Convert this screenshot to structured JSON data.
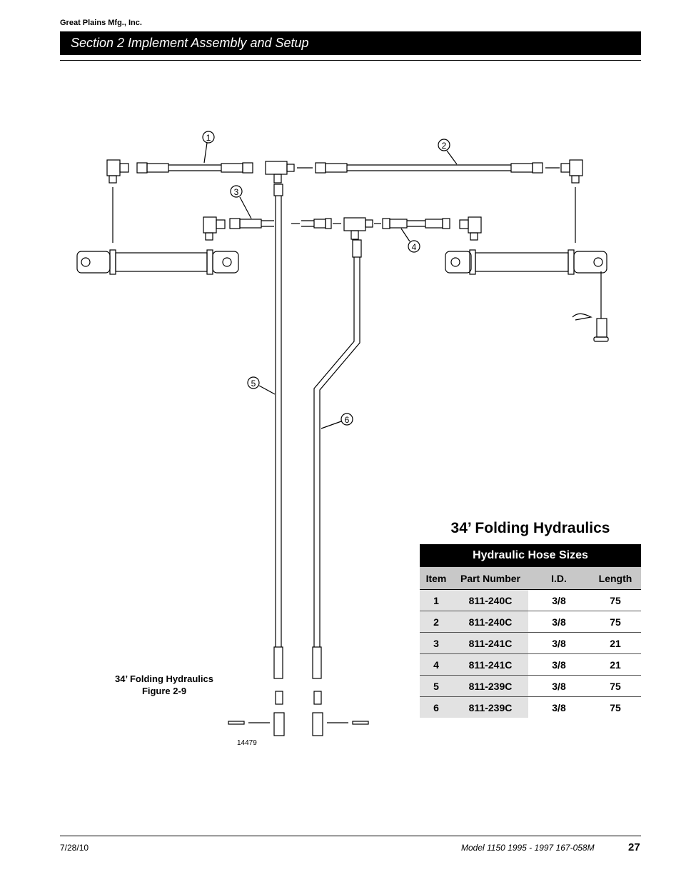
{
  "header": {
    "company": "Great Plains Mfg., Inc.",
    "section": "Section 2 Implement Assembly and Setup"
  },
  "figure": {
    "callouts": [
      "1",
      "2",
      "3",
      "4",
      "5",
      "6"
    ],
    "caption_line1": "34’ Folding Hydraulics",
    "caption_line2": "Figure 2-9",
    "drawing_number": "14479"
  },
  "table": {
    "title": "34’ Folding Hydraulics",
    "caption": "Hydraulic Hose Sizes",
    "columns": [
      "Item",
      "Part Number",
      "I.D.",
      "Length"
    ],
    "rows": [
      [
        "1",
        "811-240C",
        "3/8",
        "75"
      ],
      [
        "2",
        "811-240C",
        "3/8",
        "75"
      ],
      [
        "3",
        "811-241C",
        "3/8",
        "21"
      ],
      [
        "4",
        "811-241C",
        "3/8",
        "21"
      ],
      [
        "5",
        "811-239C",
        "3/8",
        "75"
      ],
      [
        "6",
        "811-239C",
        "3/8",
        "75"
      ]
    ]
  },
  "footer": {
    "date": "7/28/10",
    "model": "Model 1150 1995 - 1997   167-058M",
    "page": "27"
  }
}
